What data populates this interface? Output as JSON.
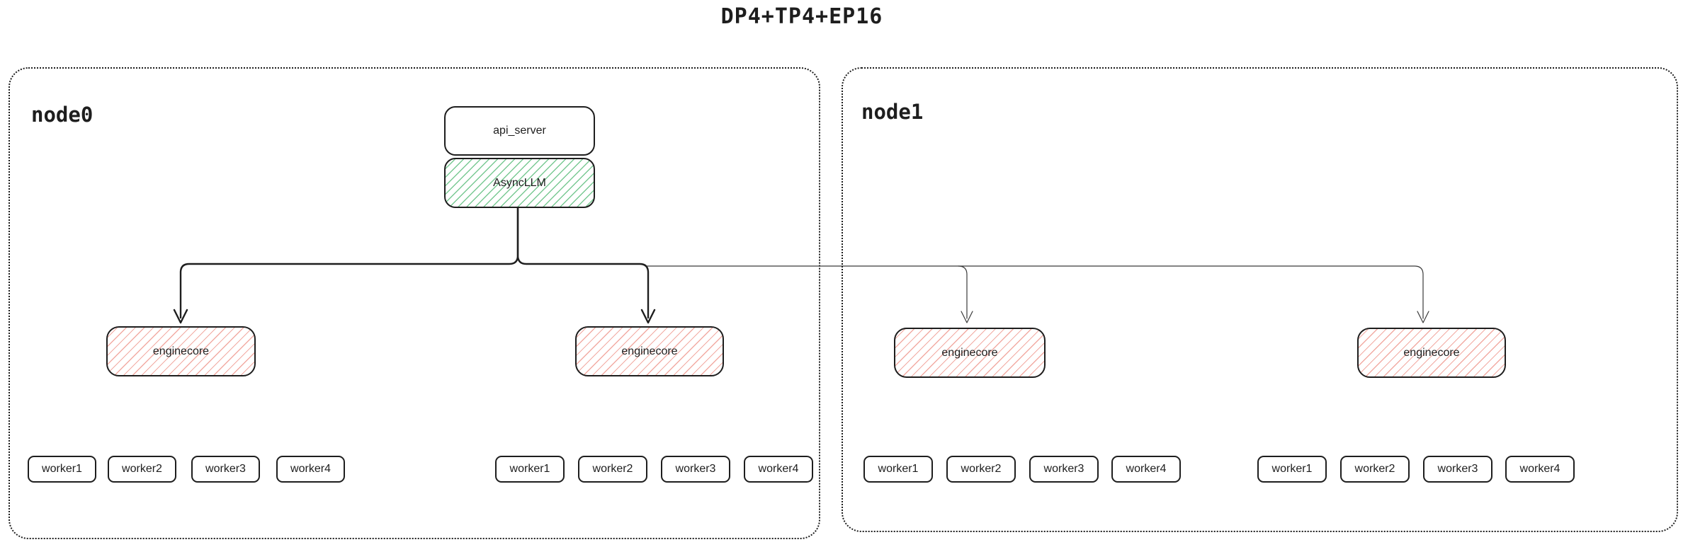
{
  "title": "DP4+TP4+EP16",
  "nodes": [
    {
      "label": "node0",
      "api_server": "api_server",
      "asyncllm": "AsyncLLM",
      "enginecores": [
        "enginecore",
        "enginecore"
      ],
      "worker_groups": [
        [
          "worker1",
          "worker2",
          "worker3",
          "worker4"
        ],
        [
          "worker1",
          "worker2",
          "worker3",
          "worker4"
        ]
      ]
    },
    {
      "label": "node1",
      "enginecores": [
        "enginecore",
        "enginecore"
      ],
      "worker_groups": [
        [
          "worker1",
          "worker2",
          "worker3",
          "worker4"
        ],
        [
          "worker1",
          "worker2",
          "worker3",
          "worker4"
        ]
      ]
    }
  ],
  "colors": {
    "ink": "#1e1e1e",
    "thin_line": "#3a3a3a",
    "hatch_green": "#79c993",
    "hatch_red": "#f2aba3",
    "bg": "#ffffff"
  }
}
